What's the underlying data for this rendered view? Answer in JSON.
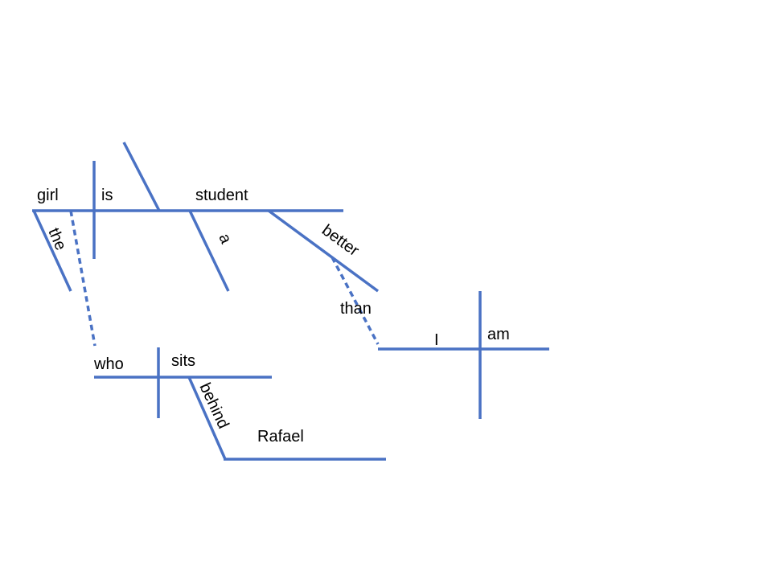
{
  "colors": {
    "line": "#4a72c4",
    "text": "#000000",
    "background": "#ffffff"
  },
  "words": {
    "subject": "girl",
    "verb": "is",
    "complement": "student",
    "article_the": "the",
    "article_a": "a",
    "adverb": "better",
    "conjunction": "than",
    "clause2_subject": "I",
    "clause2_verb": "am",
    "relative_pronoun": "who",
    "relative_verb": "sits",
    "preposition": "behind",
    "prep_object": "Rafael"
  }
}
